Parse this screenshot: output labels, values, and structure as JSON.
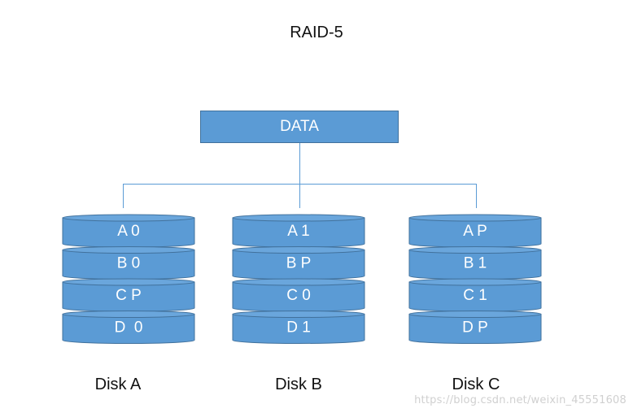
{
  "title": "RAID-5",
  "data_label": "DATA",
  "colors": {
    "fill": "#5b9bd5",
    "fill_top": "#6aa6dc",
    "stroke": "#41719c",
    "connector": "#5b9bd5"
  },
  "disks": [
    {
      "name": "Disk A",
      "blocks": [
        "A 0",
        "B 0",
        "C P",
        "D  0"
      ]
    },
    {
      "name": "Disk B",
      "blocks": [
        "A 1",
        "B P",
        "C 0",
        "D 1"
      ]
    },
    {
      "name": "Disk C",
      "blocks": [
        "A P",
        "B 1",
        "C 1",
        "D P"
      ]
    }
  ],
  "watermark": "https://blog.csdn.net/weixin_45551608"
}
